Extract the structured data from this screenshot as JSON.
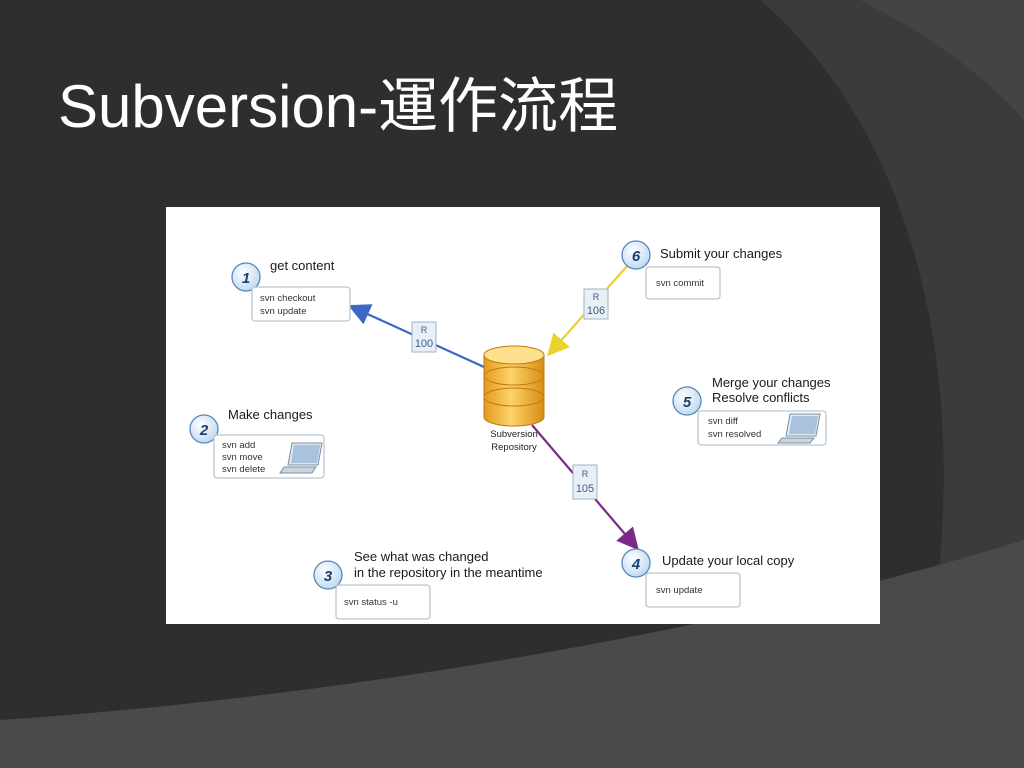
{
  "slide": {
    "title": "Subversion-運作流程"
  },
  "diagram": {
    "repository": {
      "label_line1": "Subversion",
      "label_line2": "Repository"
    },
    "steps": [
      {
        "number": "1",
        "title": "get content",
        "commands": [
          "svn checkout",
          "svn update"
        ]
      },
      {
        "number": "2",
        "title": "Make changes",
        "commands": [
          "svn add",
          "svn move",
          "svn delete"
        ]
      },
      {
        "number": "3",
        "title_line1": "See what was changed",
        "title_line2": "in the repository in the meantime",
        "commands": [
          "svn status -u"
        ]
      },
      {
        "number": "4",
        "title": "Update your local copy",
        "commands": [
          "svn update"
        ]
      },
      {
        "number": "5",
        "title_line1": "Merge your changes",
        "title_line2": "Resolve conflicts",
        "commands": [
          "svn diff",
          "svn resolved"
        ]
      },
      {
        "number": "6",
        "title": "Submit your changes",
        "commands": [
          "svn commit"
        ]
      }
    ],
    "revisions": [
      {
        "prefix": "R",
        "value": "100"
      },
      {
        "prefix": "R",
        "value": "106"
      },
      {
        "prefix": "R",
        "value": "105"
      }
    ],
    "colors": {
      "background": "#2e2e2e",
      "arrow_get": "#3b68c8",
      "arrow_commit": "#e9d22a",
      "arrow_update": "#7a2a8a",
      "step_circle": "#cfe4f7",
      "repository": "#f2b030"
    }
  }
}
